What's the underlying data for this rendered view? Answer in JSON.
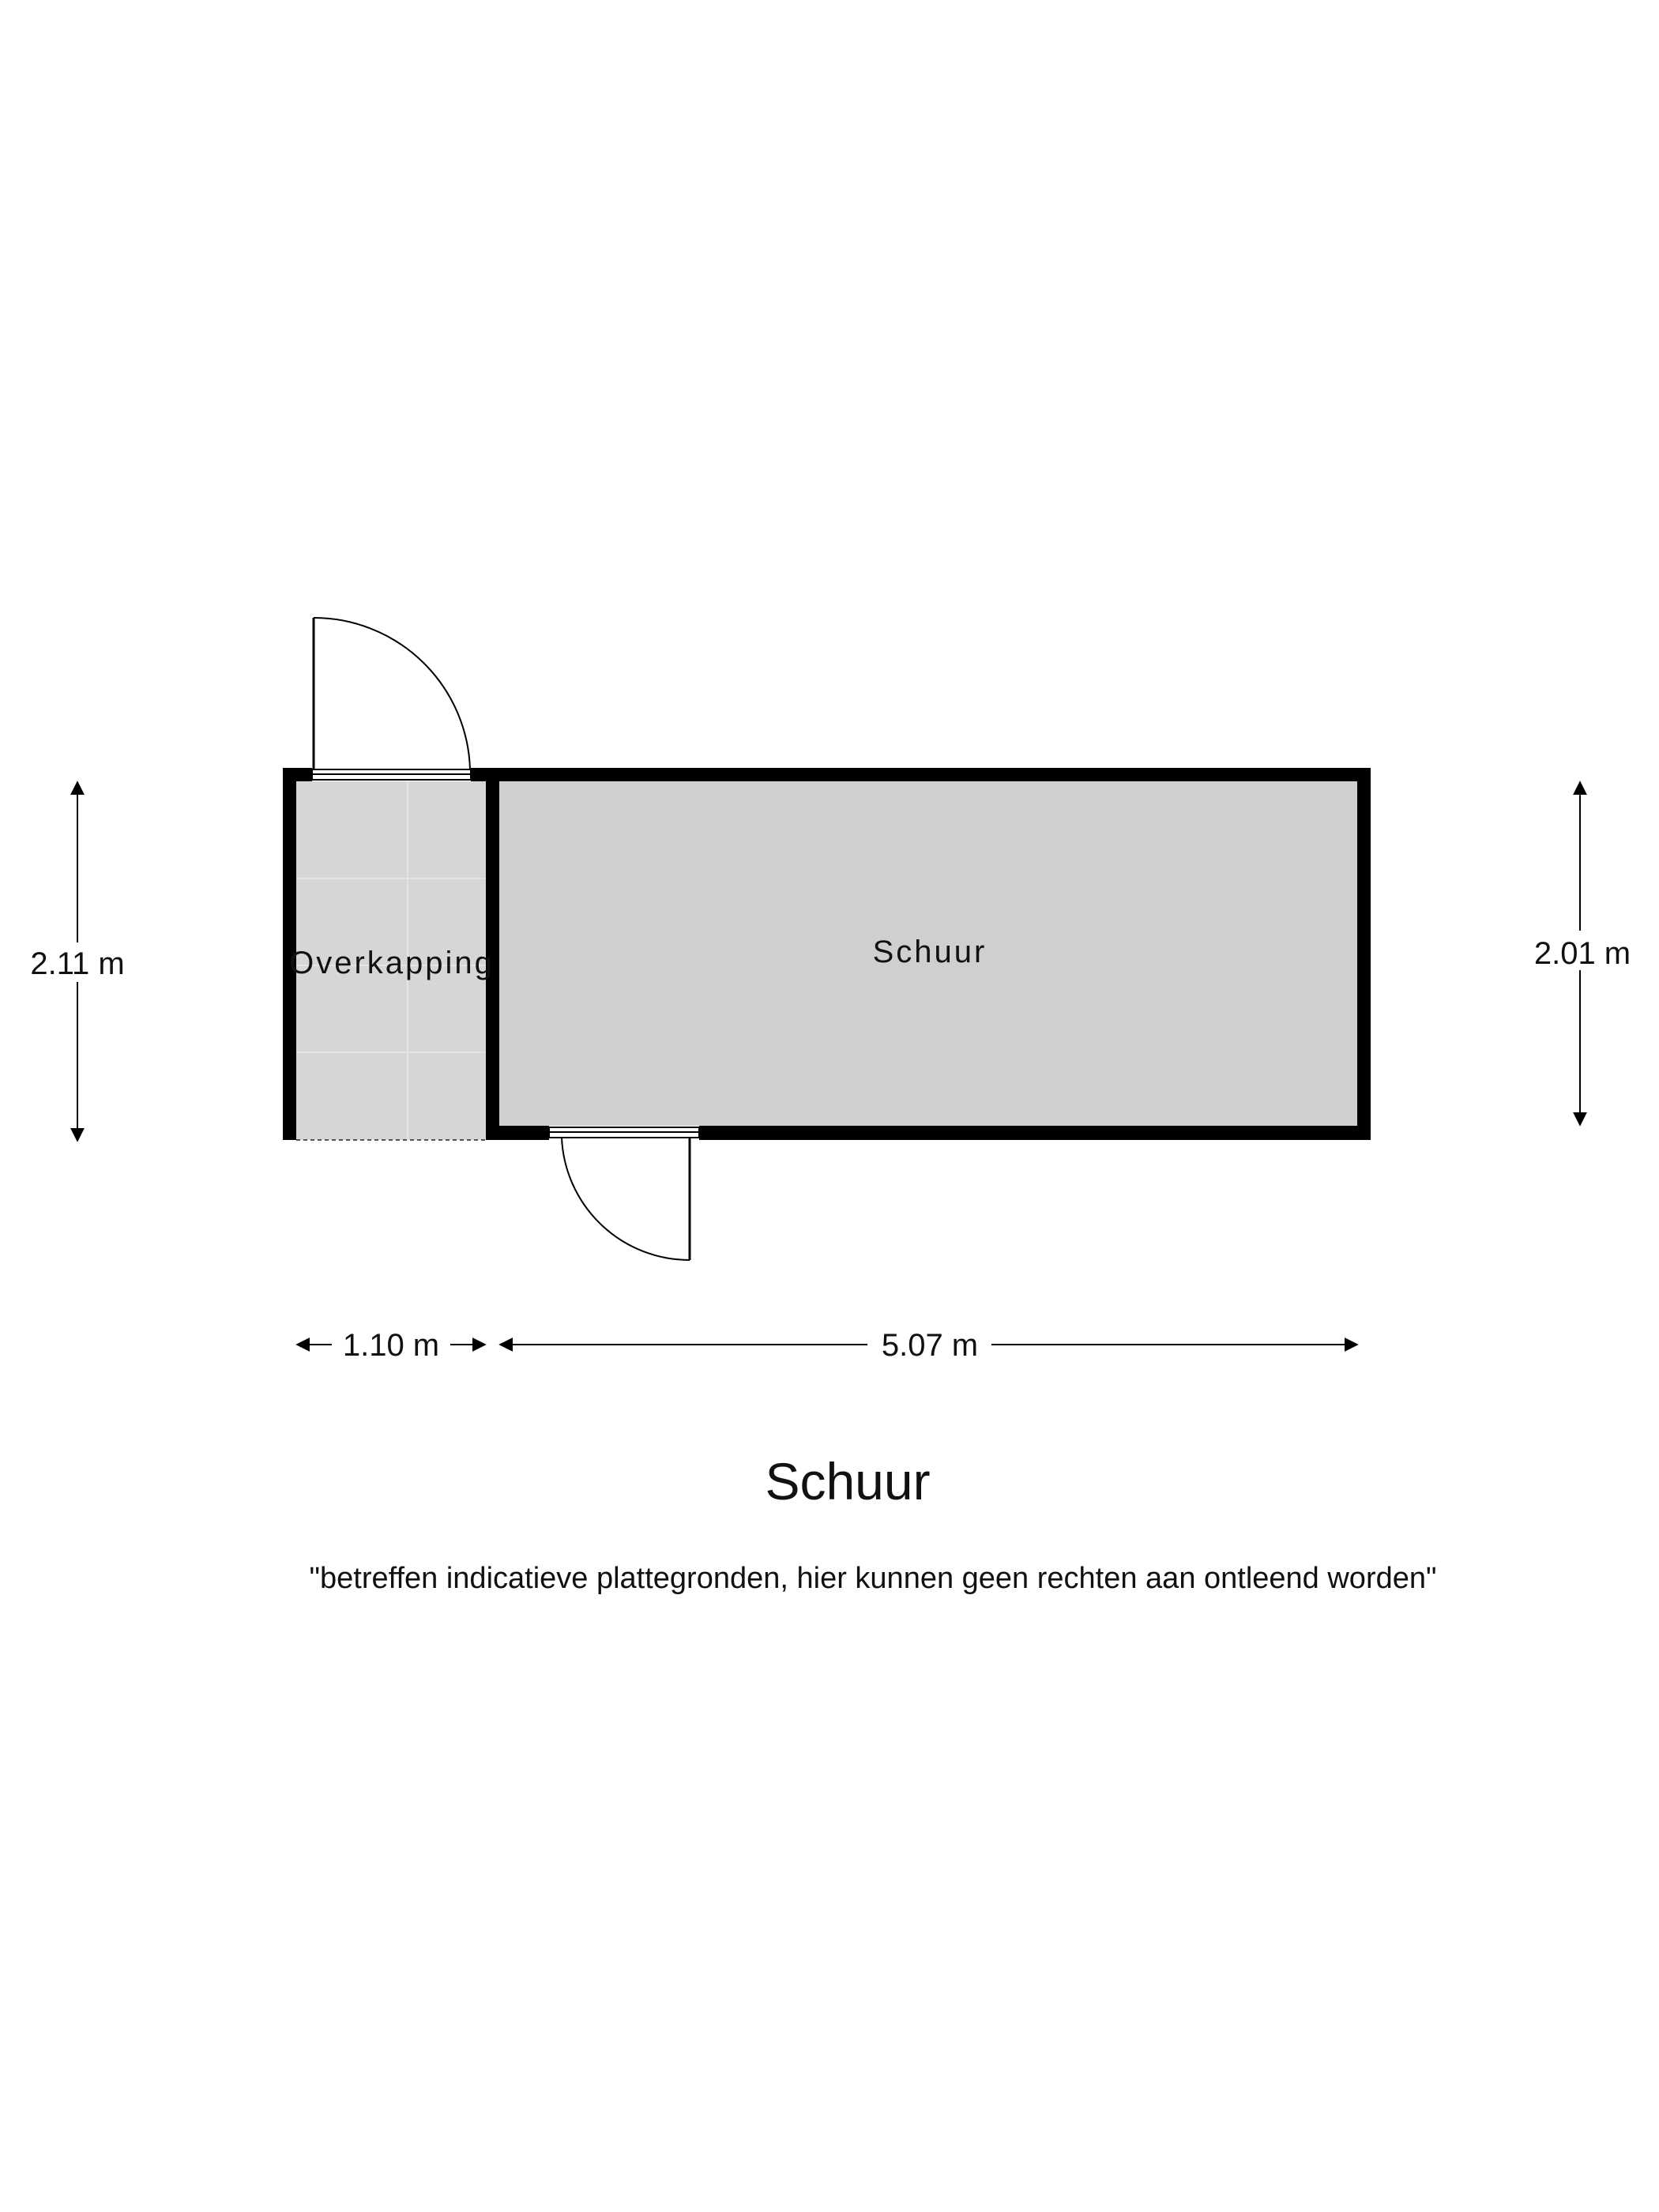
{
  "plan": {
    "title": "Schuur",
    "disclaimer": "\"betreffen indicatieve plattegronden, hier kunnen geen rechten aan ontleend worden\""
  },
  "rooms": [
    {
      "id": "overkapping",
      "label": "Overkapping",
      "fill": "#d6d6d6"
    },
    {
      "id": "schuur",
      "label": "Schuur",
      "fill": "#cfcfcf"
    }
  ],
  "dimensions": {
    "left_height": "2.11 m",
    "right_height": "2.01 m",
    "overkapping_width": "1.10 m",
    "schuur_width": "5.07 m"
  },
  "colors": {
    "wall": "#000000",
    "background": "#ffffff",
    "text": "#111111"
  }
}
